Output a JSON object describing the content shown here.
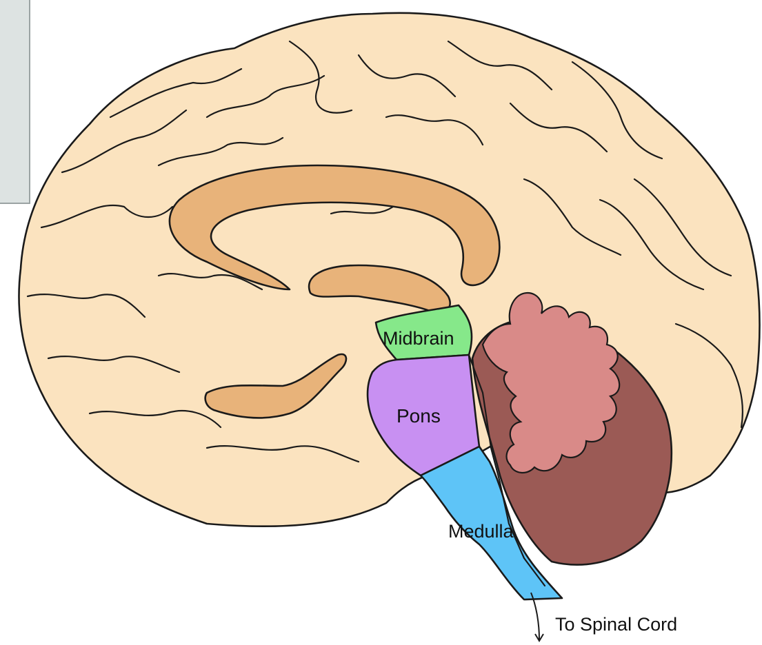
{
  "diagram": {
    "labels": {
      "midbrain": "Midbrain",
      "pons": "Pons",
      "medulla": "Medulla",
      "spinal_cord": "To Spinal Cord"
    },
    "colors": {
      "cerebrum": "#fbe3bf",
      "corpus_callosum": "#e8b37a",
      "midbrain": "#86e88a",
      "pons": "#c890f2",
      "medulla": "#5ec4f7",
      "cerebellum_dark": "#9b5a55",
      "cerebellum_arbor": "#d98a88",
      "side_panel": "#dde3e2"
    }
  }
}
